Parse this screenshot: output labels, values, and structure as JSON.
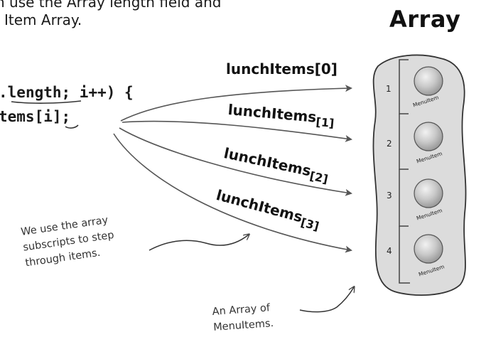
{
  "intro": {
    "line1": "n use the Array length field and",
    "line2": "Item Array."
  },
  "code": {
    "line1_prefix": ".",
    "line1_kw": "length",
    "line1_rest": "; i++) {",
    "line2_prefix": "tems[",
    "line2_idx": "i",
    "line2_rest": "];"
  },
  "array_title": "Array",
  "labels": [
    {
      "base": "lunchItems",
      "sub": "[0]"
    },
    {
      "base": "lunchItems",
      "sub": "[1]"
    },
    {
      "base": "lunchItems",
      "sub": "[2]"
    },
    {
      "base": "lunchItems",
      "sub": "[3]"
    }
  ],
  "slots": [
    {
      "number": "1",
      "item": "MenuItem"
    },
    {
      "number": "2",
      "item": "MenuItem"
    },
    {
      "number": "3",
      "item": "MenuItem"
    },
    {
      "number": "4",
      "item": "MenuItem"
    }
  ],
  "notes": {
    "subscripts": "We use the array subscripts to step through items.",
    "array_of": "An Array of MenuItems."
  },
  "colors": {
    "blob_fill": "#dcdcdc",
    "blob_stroke": "#333333",
    "arrow": "#555555",
    "ball": "#c8c8c8"
  }
}
